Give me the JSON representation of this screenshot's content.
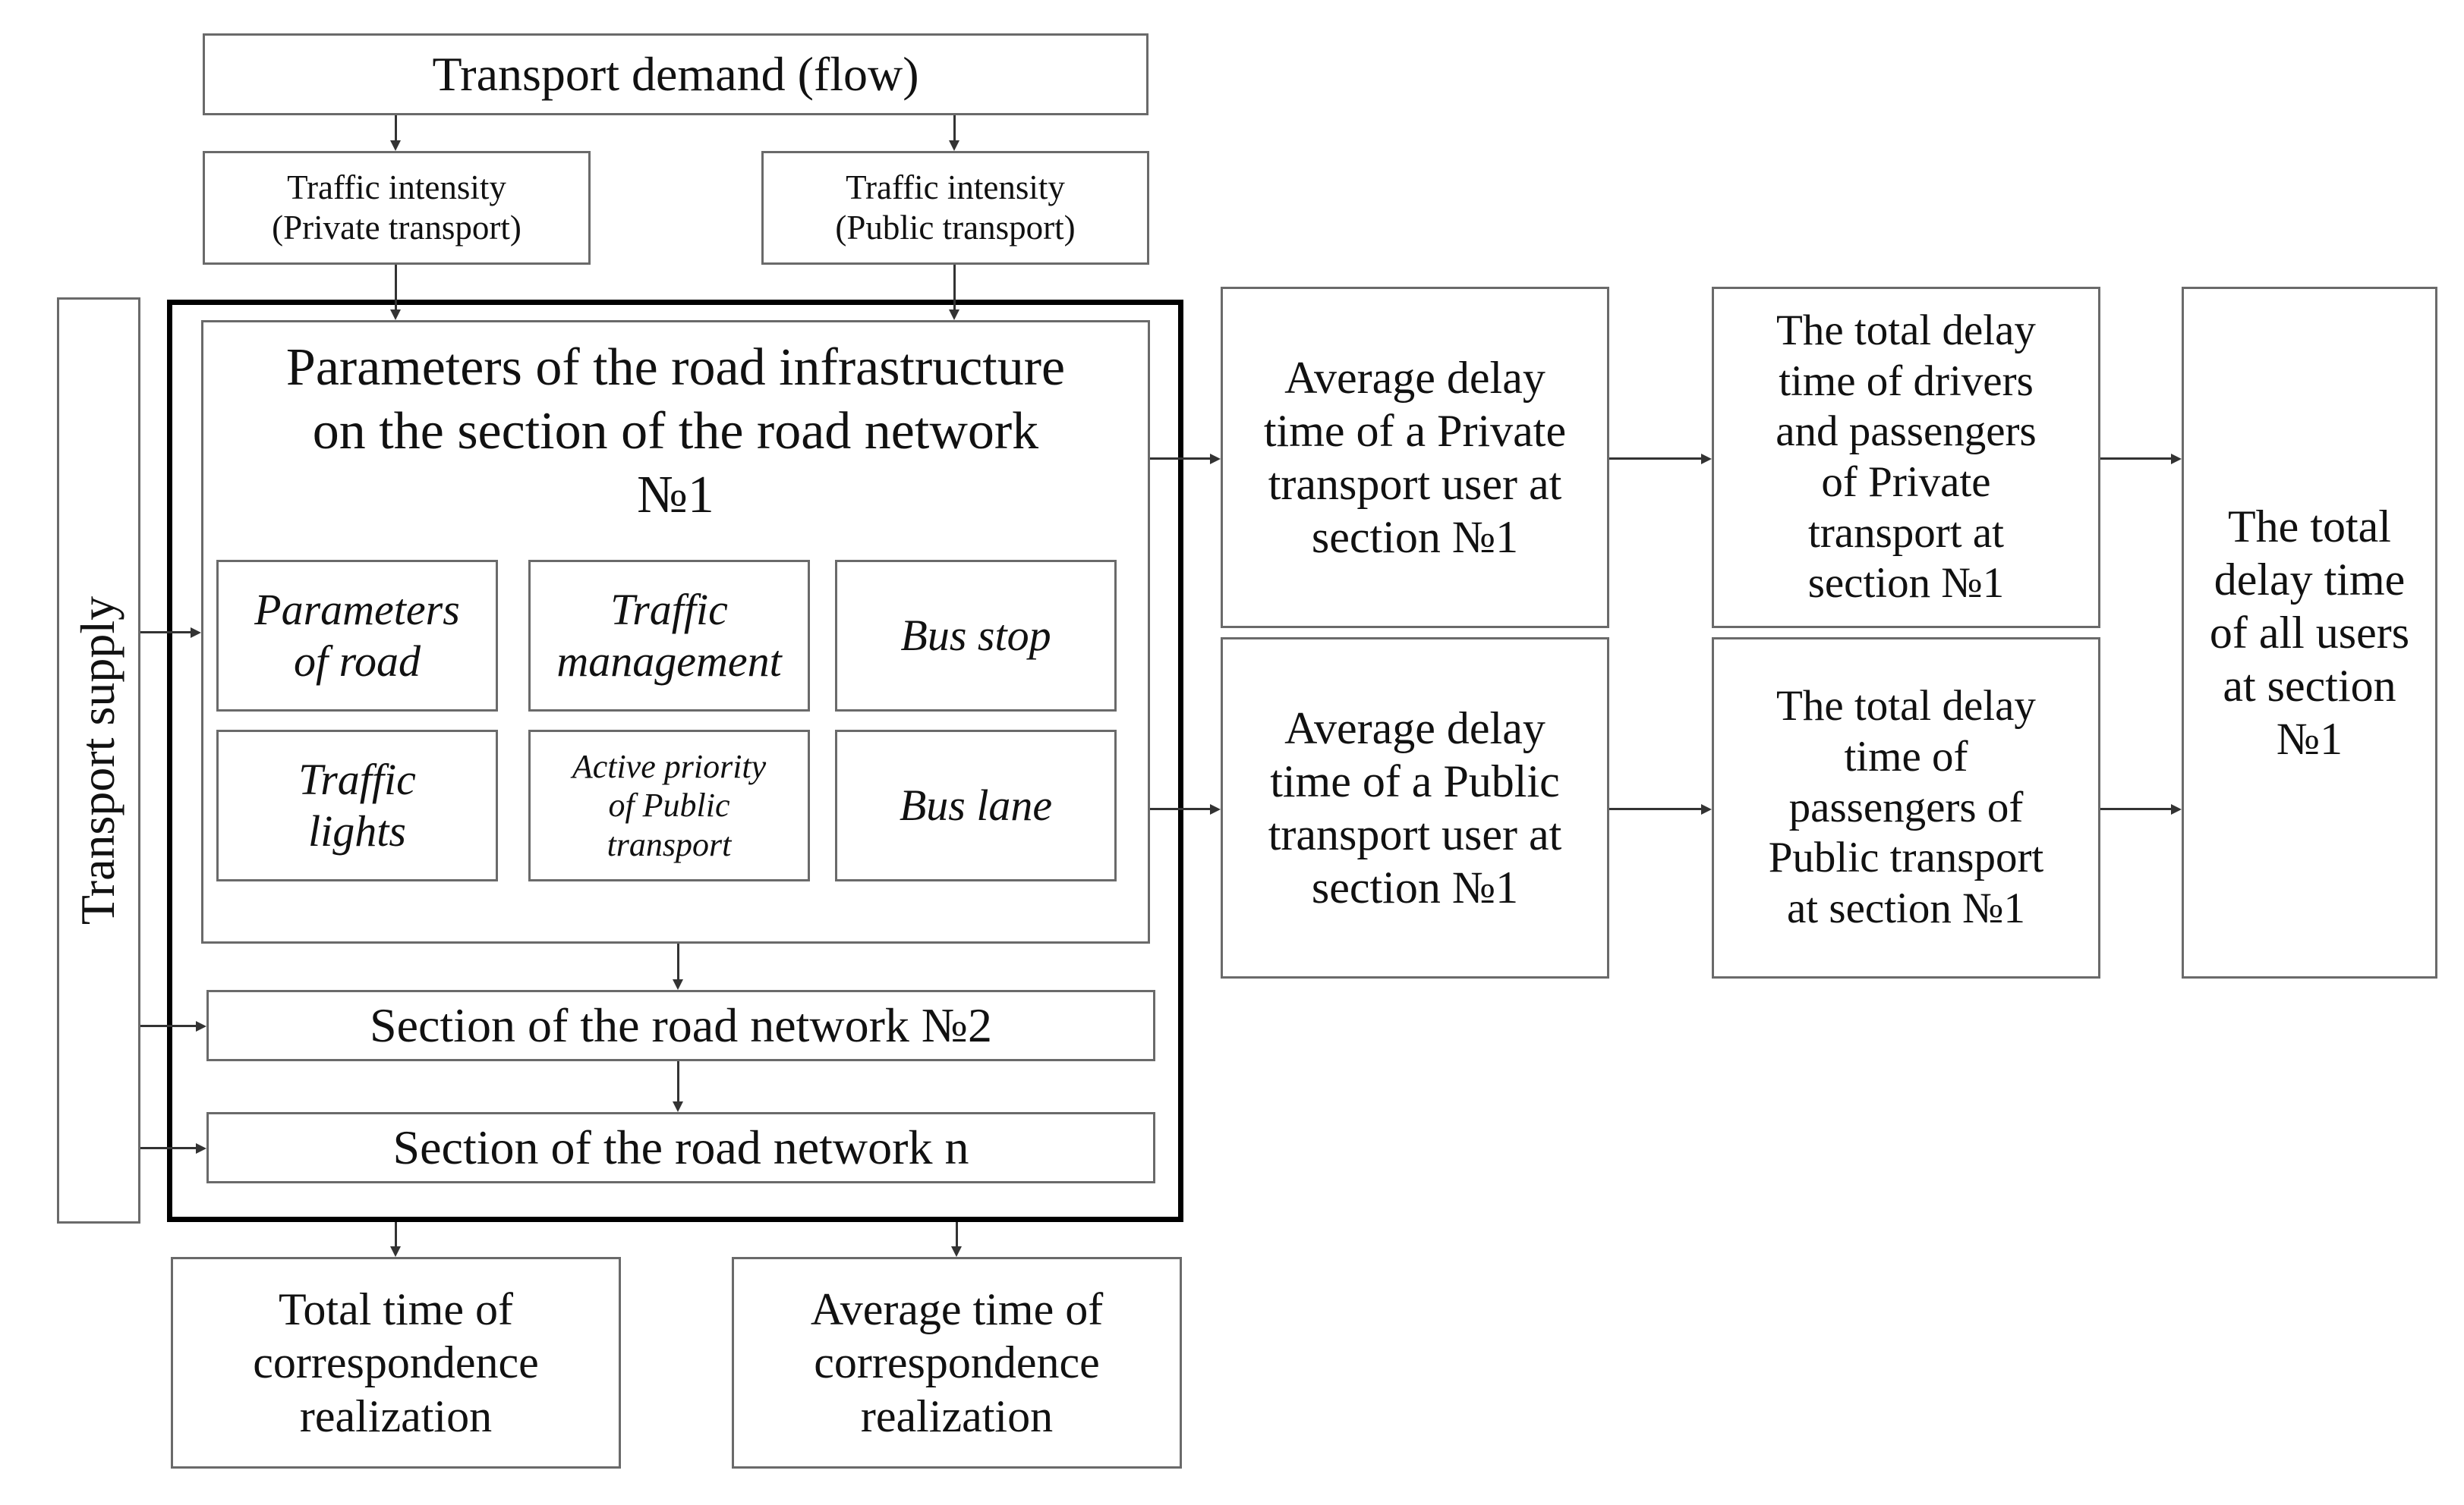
{
  "demand": "Transport demand (flow)",
  "intensity_private": "Traffic intensity\n(Private transport)",
  "intensity_public": "Traffic intensity\n(Public transport)",
  "supply": "Transport supply",
  "infra_title": "Parameters of the road infrastructure\non the section of the road network\n№1",
  "params": {
    "road": "Parameters\nof road",
    "management": "Traffic\nmanagement",
    "bus_stop": "Bus stop",
    "lights": "Traffic\nlights",
    "priority": "Active priority\nof Public\ntransport",
    "bus_lane": "Bus lane"
  },
  "section2": "Section of the road network №2",
  "section_n": "Section of the road network n",
  "total_time": "Total  time of\ncorrespondence\nrealization",
  "avg_time": "Average time of\ncorrespondence\nrealization",
  "avg_delay_private": "Average delay\ntime of a Private\ntransport user at\nsection №1",
  "avg_delay_public": "Average delay\ntime of a Public\ntransport user at\nsection №1",
  "total_delay_private": "The total delay\ntime of drivers\nand passengers\nof Private\ntransport at\nsection №1",
  "total_delay_public": "The total delay\ntime of\npassengers of\nPublic transport\nat section №1",
  "total_delay_all": "The total\ndelay time\nof all users\nat section\n№1"
}
